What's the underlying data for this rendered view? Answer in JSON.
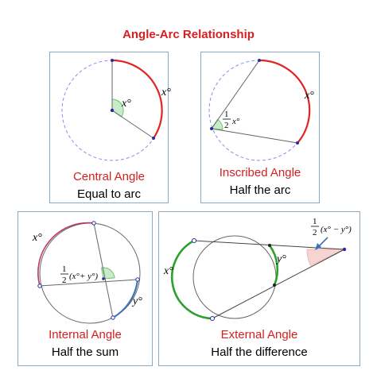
{
  "title": "Angle-Arc Relationship",
  "panels": [
    {
      "name": "Central Angle",
      "description": "Equal to arc",
      "labels": {
        "angle": "x°",
        "arc": "x°"
      }
    },
    {
      "name": "Inscribed Angle",
      "description": "Half the arc",
      "labels": {
        "angle_num": "1",
        "angle_den": "2",
        "angle_var": "x°",
        "arc": "x°"
      }
    },
    {
      "name": "Internal Angle",
      "description": "Half the sum",
      "labels": {
        "arc_left": "x°",
        "arc_right": "y°",
        "angle_num": "1",
        "angle_den": "2",
        "angle_expr": "(x°+ y°)"
      }
    },
    {
      "name": "External Angle",
      "description": "Half the difference",
      "labels": {
        "arc_left": "x°",
        "arc_right": "y°",
        "angle_num": "1",
        "angle_den": "2",
        "angle_expr": "(x° − y°)"
      }
    }
  ],
  "colors": {
    "title": "#d42020",
    "arc_red": "#e02424",
    "arc_green": "#2ca02c",
    "arc_blue": "#3b73b9",
    "angle_fill": "#c8ecc8",
    "angle_fill_pink": "#f7d4d4",
    "circle_dashed": "#8c8cf0",
    "point": "#2a2aa0",
    "border": "#8fa8bc"
  }
}
